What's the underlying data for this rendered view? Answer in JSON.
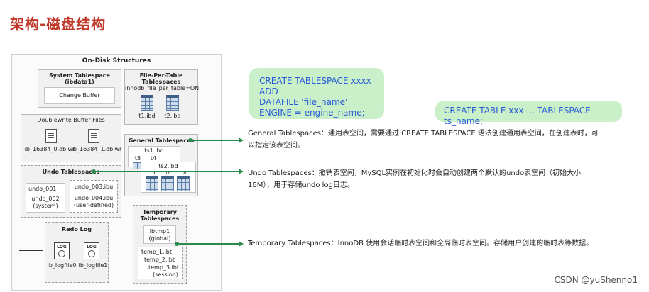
{
  "page": {
    "title": "架构-磁盘结构"
  },
  "diagram": {
    "title": "On-Disk Structures",
    "system_tablespace": {
      "title": "System Tablespace",
      "subtitle": "(ibdata1)",
      "change_buffer": "Change Buffer"
    },
    "file_per_table": {
      "title_line1": "File-Per-Table",
      "title_line2": "Tablespaces",
      "setting": "innodb_file_per_table=ON",
      "files": [
        "t1.ibd",
        "t2.ibd"
      ]
    },
    "doublewrite": {
      "title": "Doublewrite Buffer Files",
      "files": [
        "ib_16384_0.dblwr",
        "ib_16384_1.dblwr"
      ]
    },
    "general": {
      "title": "General Tablespaces",
      "ts1": "ts1.ibd",
      "ts1_tables": [
        "t3",
        "t4"
      ],
      "ts2": "ts2.ibd",
      "ts2_tables": [
        "t5",
        "t6"
      ],
      "t_last": "t8"
    },
    "undo": {
      "title": "Undo Tablespaces",
      "items": [
        {
          "name": "undo_001"
        },
        {
          "name": "undo_002",
          "note": "(system)"
        },
        {
          "name": "undo_003.ibu"
        },
        {
          "name": "undo_004.ibu",
          "note": "(user-defined)"
        }
      ]
    },
    "temporary": {
      "title_line1": "Temporary",
      "title_line2": "Tablespaces",
      "global_name": "ibtmp1",
      "global_note": "(global)",
      "session_files": [
        "temp_1.ibt",
        "temp_2.ibt",
        "temp_3.ibt"
      ],
      "session_note": "(session)"
    },
    "redo": {
      "title": "Redo Log",
      "icon_label": "LOG",
      "files": [
        "ib_logfile0",
        "ib_logfile1"
      ]
    }
  },
  "bubbles": {
    "create_tablespace": [
      "CREATE TABLESPACE xxxx  ADD",
      "DATAFILE  'file_name'",
      "ENGINE = engine_name;"
    ],
    "create_table": "CREATE  TABLE  xxx ...  TABLESPACE  ts_name;"
  },
  "descriptions": {
    "general": [
      "General Tablespaces：通用表空间，需要通过 CREATE  TABLESPACE 语法创建通用表空间，在创建表时，可",
      "以指定该表空间。"
    ],
    "undo": [
      "Undo Tablespaces：撤销表空间，MySQL实例在初始化时会自动创建两个默认的undo表空间（初始大小",
      "16M），用于存储undo log日志。"
    ],
    "temporary": "Temporary Tablespaces：InnoDB 使用会话临时表空间和全局临时表空间。存储用户创建的临时表等数据。"
  },
  "watermark": "CSDN @yuShenno1",
  "colors": {
    "title": "#c0392b",
    "bubble_bg": "#c9f0c9",
    "bubble_text": "#2a5bd7",
    "connector": "#2a8a4e"
  }
}
